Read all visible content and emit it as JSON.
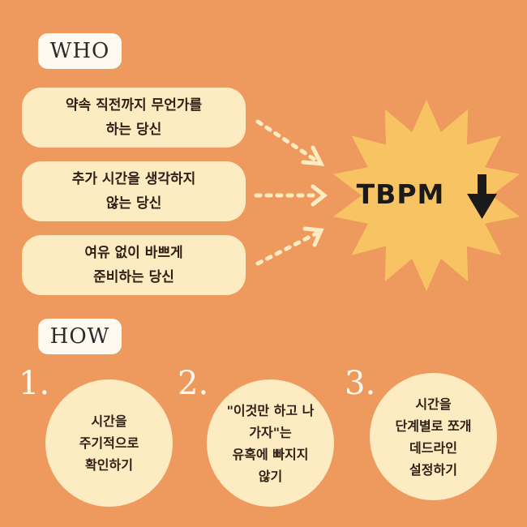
{
  "who": {
    "label": "WHO",
    "cards": [
      {
        "line1": "약속 직전까지 무언가를",
        "line2": "하는 당신"
      },
      {
        "line1": "추가 시간을 생각하지",
        "line2": "않는 당신"
      },
      {
        "line1": "여유 없이 바쁘게",
        "line2": "준비하는 당신"
      }
    ]
  },
  "burst": {
    "label": "TBPM",
    "icon": "arrow-down-icon",
    "color": "#f8c463"
  },
  "how": {
    "label": "HOW",
    "steps": [
      {
        "number": "1.",
        "lines": [
          "시간을",
          "주기적으로",
          "확인하기"
        ]
      },
      {
        "number": "2.",
        "lines": [
          "\"이것만 하고 나",
          "가자\"는",
          "유혹에 빠지지",
          "않기"
        ]
      },
      {
        "number": "3.",
        "lines": [
          "시간을",
          "단계별로 쪼개",
          "데드라인",
          "설정하기"
        ]
      }
    ]
  },
  "colors": {
    "background": "#ee9a5e",
    "card": "#fdebc1",
    "label_bg": "#fffaf0"
  }
}
